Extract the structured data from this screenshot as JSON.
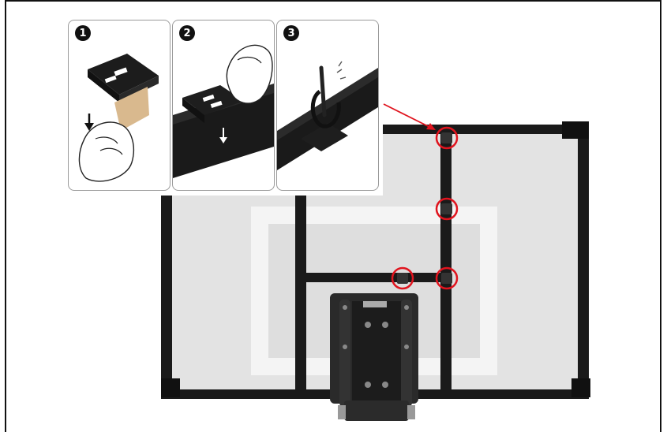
{
  "steps": [
    {
      "number": "1",
      "icon": "adhesive-peel-icon"
    },
    {
      "number": "2",
      "icon": "press-mount-icon"
    },
    {
      "number": "3",
      "icon": "zip-tie-icon"
    }
  ],
  "colors": {
    "frame": "#1a1a1a",
    "backboard": "#e4e4e4",
    "highlight": "#e0141e",
    "adhesive": "#d9b98e"
  }
}
